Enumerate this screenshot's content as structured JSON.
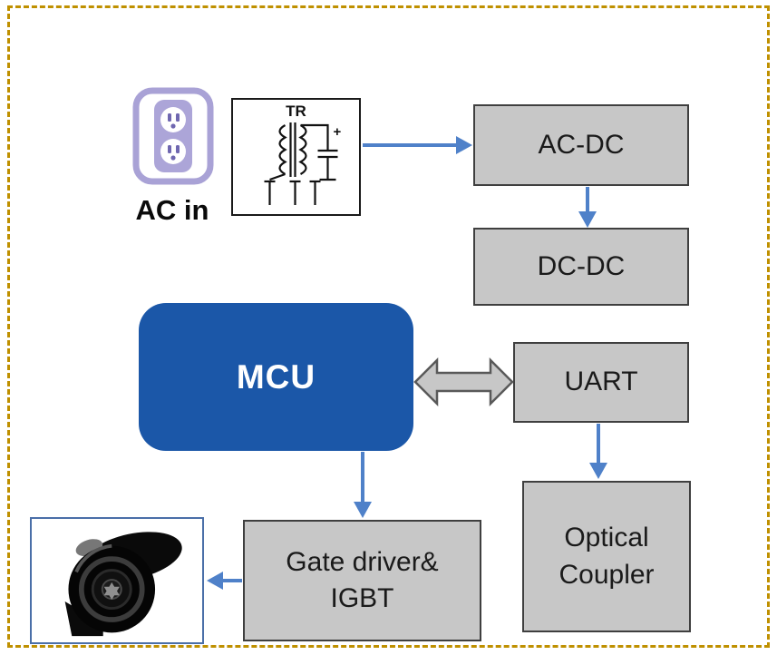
{
  "diagram": {
    "nodes": {
      "ac_in_label": "AC in",
      "tr_label": "TR",
      "ac_dc": "AC-DC",
      "dc_dc": "DC-DC",
      "mcu": "MCU",
      "uart": "UART",
      "optical_coupler": "Optical Coupler",
      "gate_driver_igbt": "Gate driver& IGBT"
    },
    "icons": [
      "ac-outlet-icon",
      "transformer-icon",
      "double-arrow-icon",
      "blower-motor-icon"
    ],
    "colors": {
      "box_fill": "#c7c7c7",
      "box_border": "#3f3f3f",
      "mcu_fill": "#1b57a8",
      "mcu_text": "#ffffff",
      "arrow_blue": "#4f81c9",
      "double_arrow_fill": "#c7c7c7",
      "double_arrow_border": "#595959",
      "frame_border": "#4a6fa8",
      "dash_border": "#bf9000",
      "outlet_purple": "#a9a2d6",
      "text_color": "#1a1a1a"
    }
  }
}
